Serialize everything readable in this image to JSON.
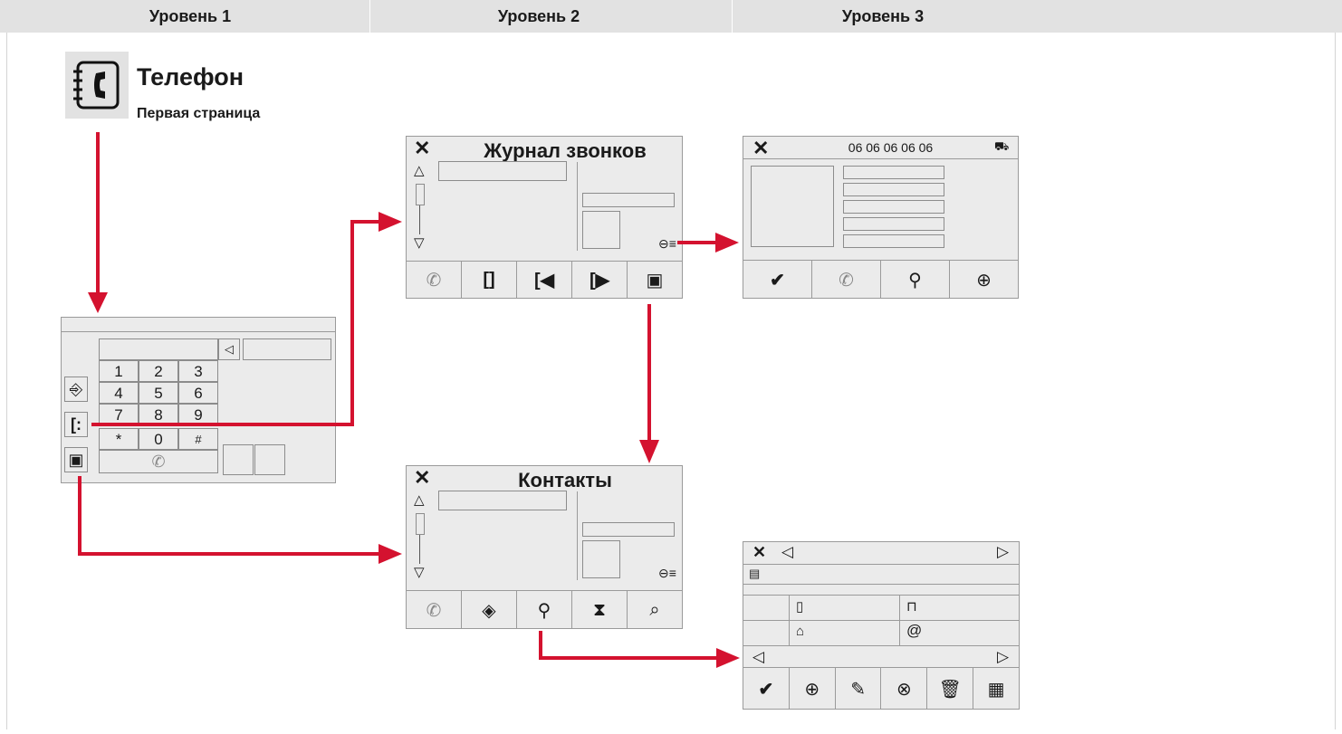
{
  "header": {
    "level1": "Уровень 1",
    "level2": "Уровень 2",
    "level3": "Уровень 3"
  },
  "phone": {
    "title": "Телефон",
    "subtitle": "Первая страница"
  },
  "dialer": {
    "keys": [
      "1",
      "2",
      "3",
      "4",
      "5",
      "6",
      "7",
      "8",
      "9",
      "*",
      "0",
      "#"
    ],
    "backspace": "◁"
  },
  "call_log": {
    "title": "Журнал звонков",
    "close": "✕"
  },
  "contacts": {
    "title": "Контакты",
    "close": "✕"
  },
  "call_detail": {
    "close": "✕",
    "number": "06 06 06 06 06"
  },
  "contact_card": {
    "close": "✕",
    "prev": "◁",
    "next": "▷"
  },
  "arrow_color": "#d4122f"
}
